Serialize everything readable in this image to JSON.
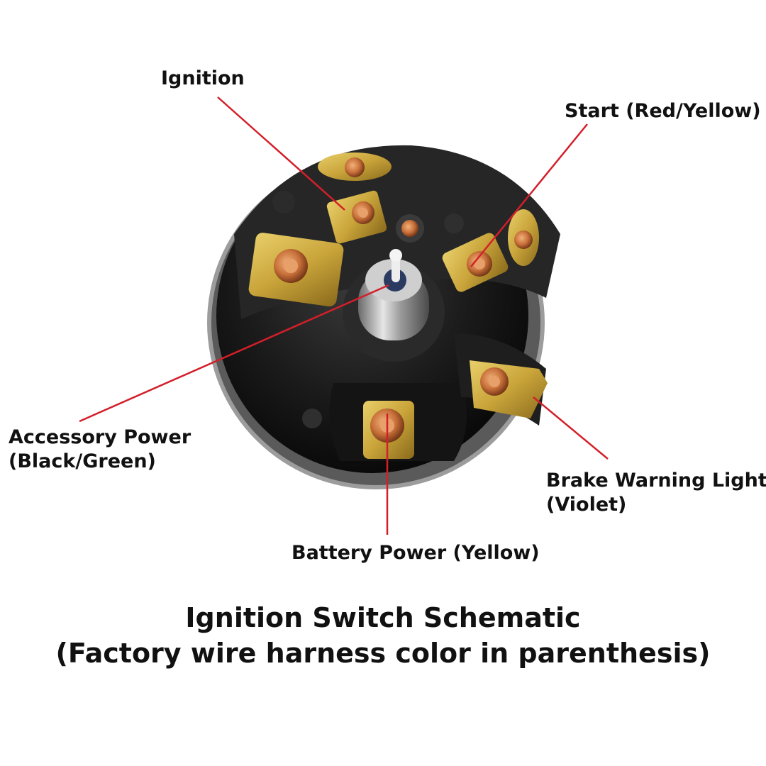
{
  "title": {
    "line1": "Ignition Switch Schematic",
    "line2": "(Factory wire harness color in parenthesis)"
  },
  "labels": {
    "ignition": {
      "line1": "Ignition"
    },
    "start": {
      "line1": "Start (Red/Yellow)"
    },
    "accessory": {
      "line1": "Accessory Power",
      "line2": "(Black/Green)"
    },
    "brake": {
      "line1": "Brake Warning Light",
      "line2": "(Violet)"
    },
    "battery": {
      "line1": "Battery Power (Yellow)"
    }
  },
  "colors": {
    "leader": "#d31f2a",
    "body": "#151515",
    "brass": "#c9a43a",
    "copper": "#c8703a",
    "text": "#111111"
  }
}
